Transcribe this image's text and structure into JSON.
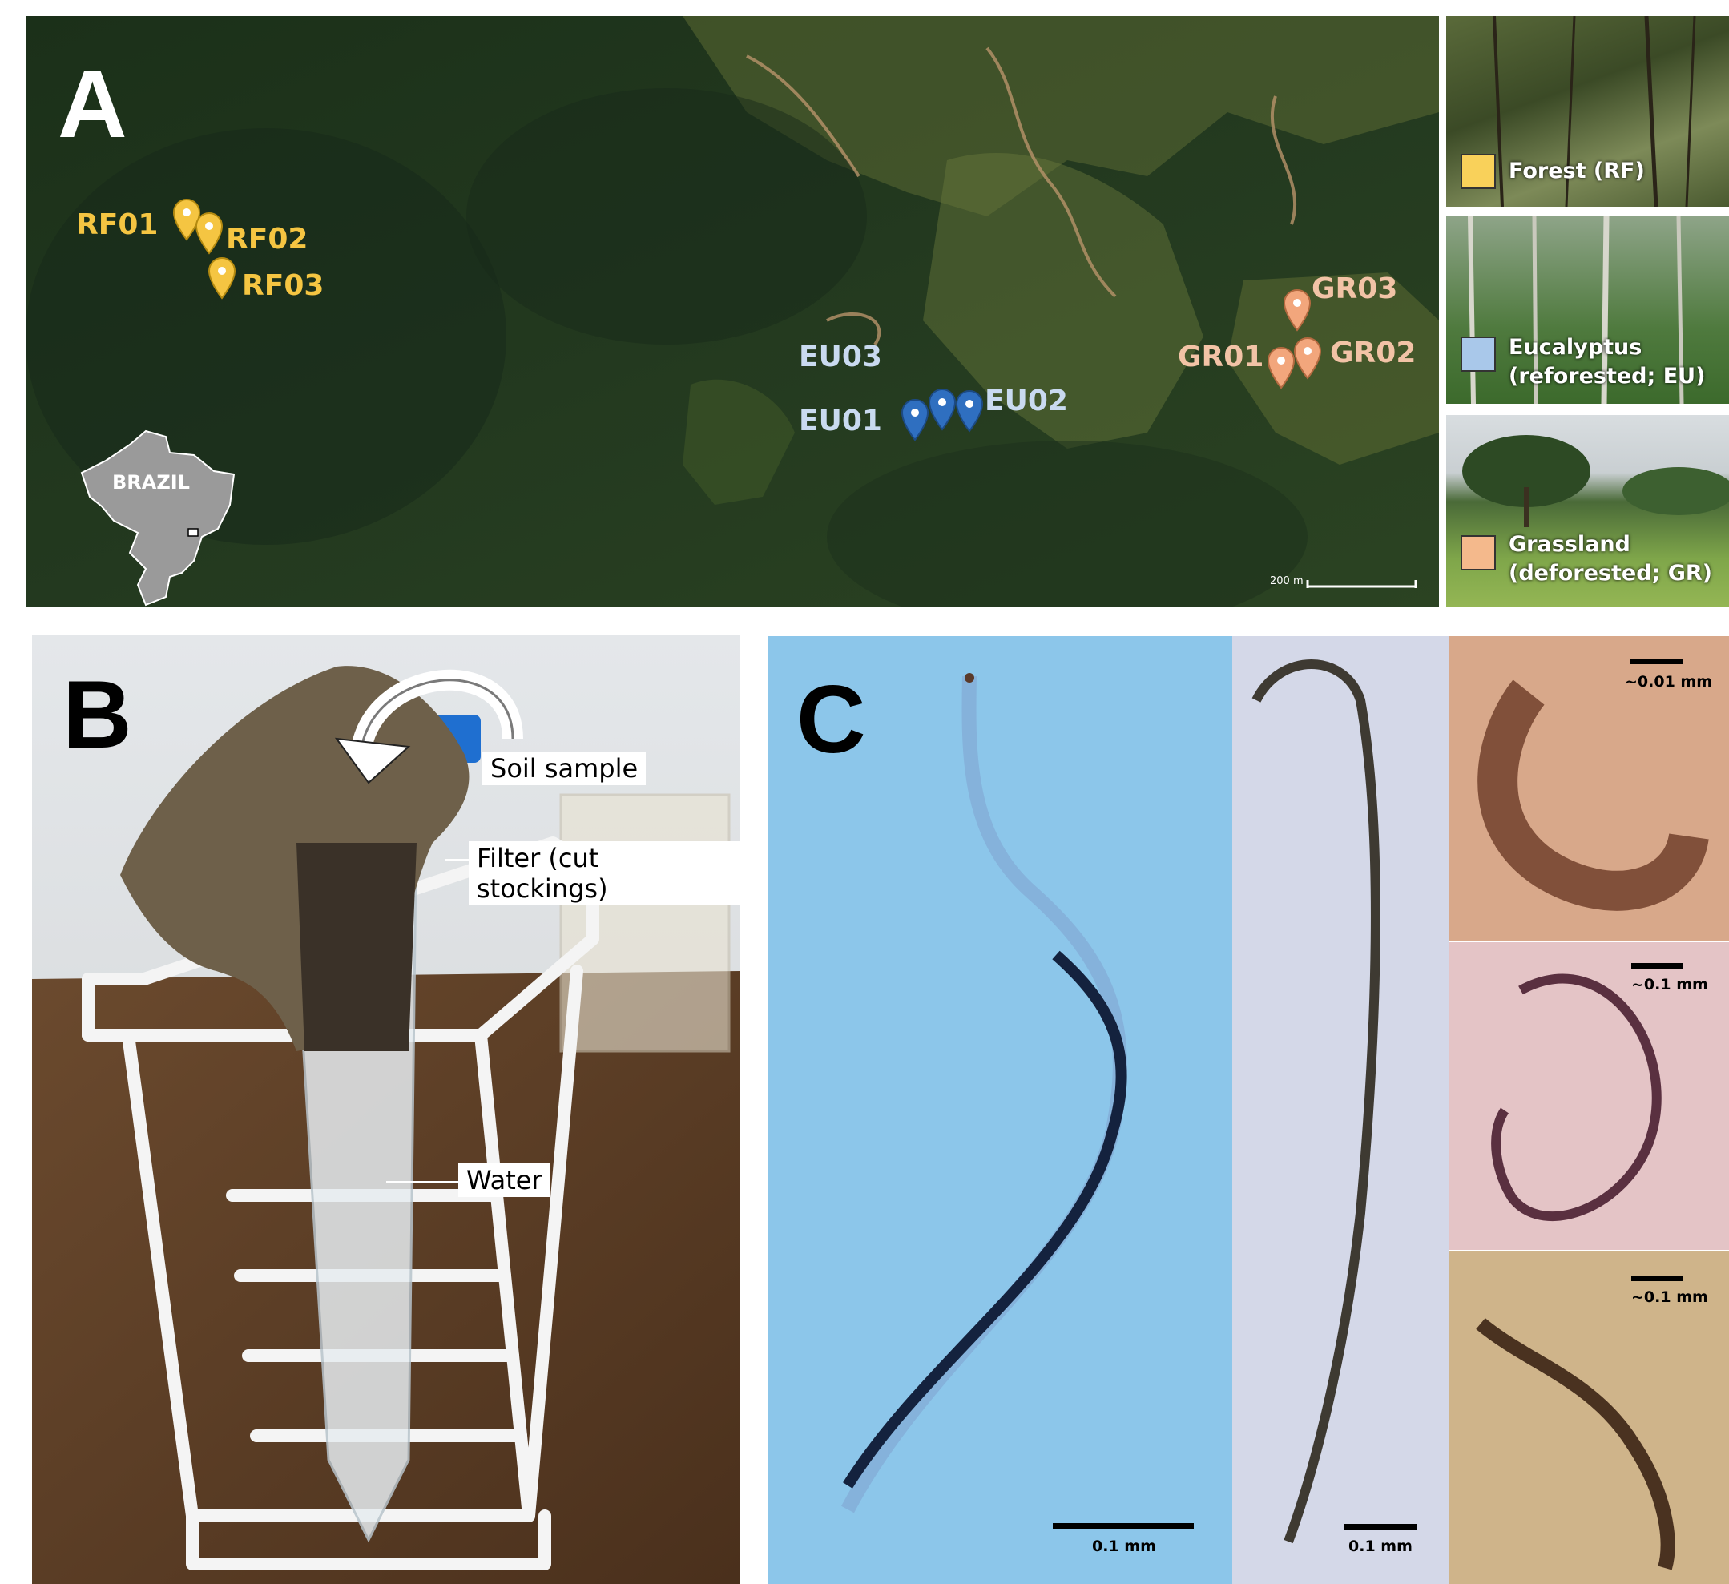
{
  "panels": {
    "a": "A",
    "b": "B",
    "c": "C"
  },
  "map": {
    "country_label": "BRAZIL",
    "scale_label": "200 m",
    "sites_rf": [
      "RF01",
      "RF02",
      "RF03"
    ],
    "sites_eu": [
      "EU01",
      "EU02",
      "EU03"
    ],
    "sites_gr": [
      "GR01",
      "GR02",
      "GR03"
    ],
    "colors": {
      "rf": "#f5c542",
      "eu": "#2f6fc0",
      "gr": "#f2a67c"
    }
  },
  "legend": {
    "forest": "Forest (RF)",
    "eucalyptus_line1": "Eucalyptus",
    "eucalyptus_line2": "(reforested; EU)",
    "grassland_line1": "Grassland",
    "grassland_line2": "(deforested; GR)",
    "colors": {
      "forest": "#f9d15a",
      "eucalyptus": "#a9c8ea",
      "grassland": "#f4b98c"
    }
  },
  "setup": {
    "soil_sample": "Soil sample",
    "filter": "Filter (cut stockings)",
    "water": "Water"
  },
  "micrographs": {
    "scale_1": "0.1 mm",
    "scale_2": "0.1 mm",
    "scale_3": "~0.01 mm",
    "scale_4": "~0.1 mm",
    "scale_5": "~0.1 mm"
  }
}
